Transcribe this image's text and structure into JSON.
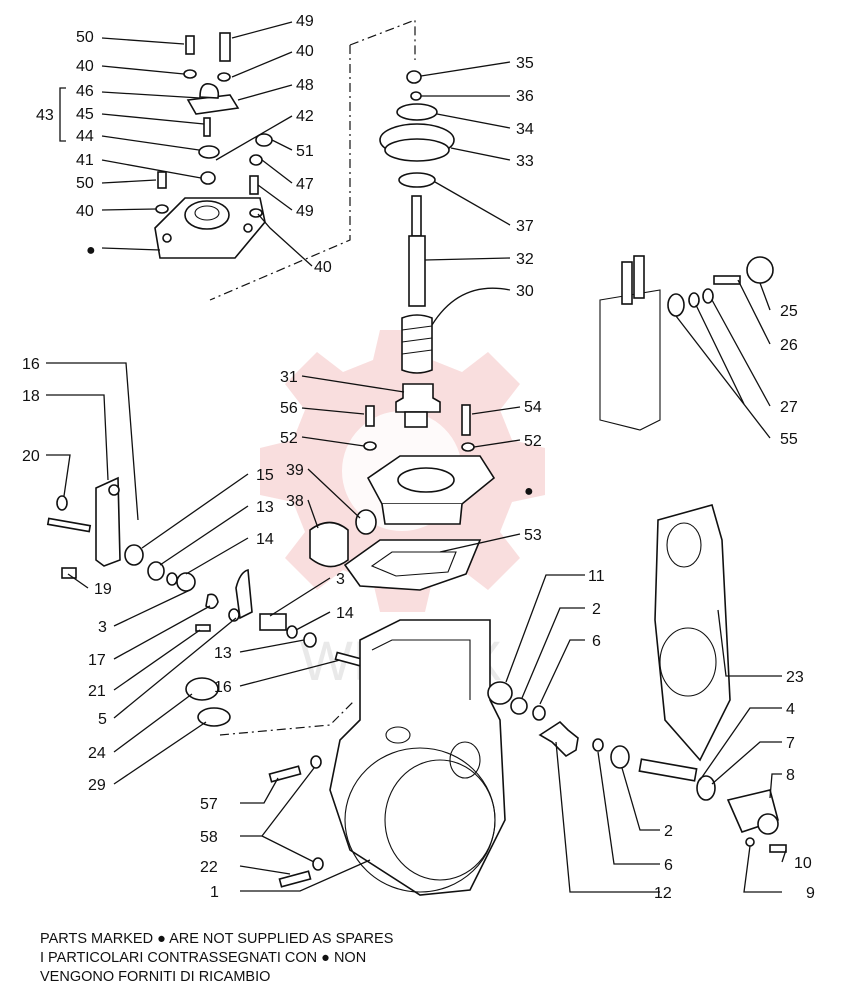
{
  "labels": {
    "n50a": "50",
    "n49a": "49",
    "n40a": "40",
    "n40b": "40",
    "n48": "48",
    "n46": "46",
    "n45": "45",
    "n44": "44",
    "n43": "43",
    "n42": "42",
    "n41": "41",
    "n51": "51",
    "n50b": "50",
    "n47": "47",
    "n40c": "40",
    "n49b": "49",
    "n40d": "40",
    "n35": "35",
    "n36": "36",
    "n34": "34",
    "n33": "33",
    "n37": "37",
    "n32": "32",
    "n30": "30",
    "n31": "31",
    "n56": "56",
    "n54": "54",
    "n52a": "52",
    "n52b": "52",
    "n39": "39",
    "n38": "38",
    "n53": "53",
    "n25": "25",
    "n26": "26",
    "n27": "27",
    "n55": "55",
    "n16a": "16",
    "n18": "18",
    "n20": "20",
    "n15": "15",
    "n13a": "13",
    "n14a": "14",
    "n19": "19",
    "n3a": "3",
    "n17": "17",
    "n21": "21",
    "n5": "5",
    "n24": "24",
    "n29": "29",
    "n3b": "3",
    "n14b": "14",
    "n13b": "13",
    "n16b": "16",
    "n11": "11",
    "n2a": "2",
    "n6a": "6",
    "n23": "23",
    "n4": "4",
    "n7": "7",
    "n8": "8",
    "n2b": "2",
    "n6b": "6",
    "n10": "10",
    "n9": "9",
    "n12": "12",
    "n57": "57",
    "n58": "58",
    "n22": "22",
    "n1": "1"
  },
  "marker_symbol": "●",
  "watermark_text": "WHTEX",
  "notes": {
    "line1": "PARTS MARKED ● ARE NOT SUPPLIED AS SPARES",
    "line2": "I PARTICOLARI CONTRASSEGNATI CON  ● NON",
    "line3": "VENGONO FORNITI DI RICAMBIO"
  },
  "colors": {
    "ink": "#111111",
    "watermark": "#f4c3c3"
  }
}
